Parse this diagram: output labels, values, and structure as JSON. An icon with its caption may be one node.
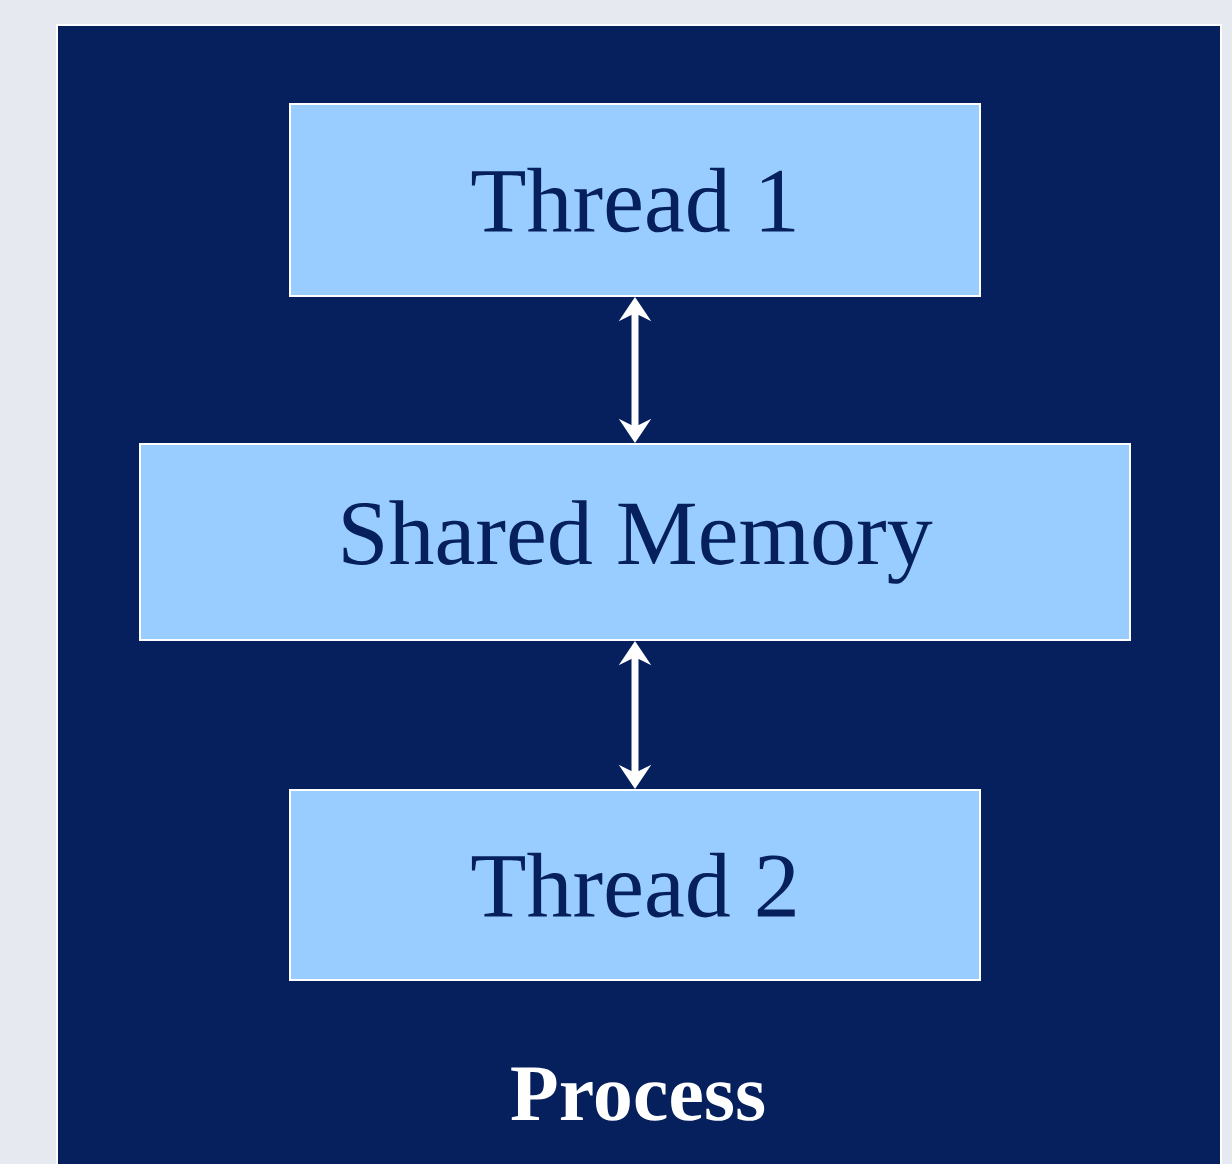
{
  "diagram": {
    "nodes": [
      {
        "text": [
          "Process"
        ]
      },
      {
        "text": [
          "Thread 1"
        ],
        "in": 0
      },
      {
        "text": [
          "Shared Memory"
        ],
        "in": 0
      },
      {
        "text": [
          "Thread 2"
        ],
        "in": 0
      }
    ],
    "edges": [
      {
        "from": 1,
        "to": 2,
        "arrow": "both"
      },
      {
        "from": 2,
        "to": 3,
        "arrow": "both"
      }
    ]
  }
}
